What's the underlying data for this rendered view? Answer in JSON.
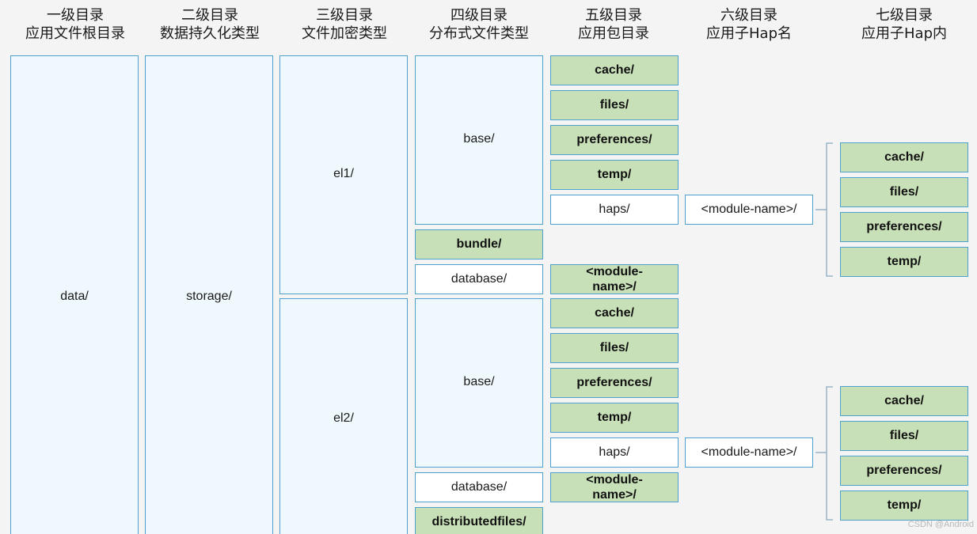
{
  "headers": [
    {
      "line1": "一级目录",
      "line2": "应用文件根目录"
    },
    {
      "line1": "二级目录",
      "line2": "数据持久化类型"
    },
    {
      "line1": "三级目录",
      "line2": "文件加密类型"
    },
    {
      "line1": "四级目录",
      "line2": "分布式文件类型"
    },
    {
      "line1": "五级目录",
      "line2": "应用包目录"
    },
    {
      "line1": "六级目录",
      "line2": "应用子Hap名"
    },
    {
      "line1": "七级目录",
      "line2": "应用子Hap内"
    }
  ],
  "level1": {
    "label": "data/"
  },
  "level2": {
    "label": "storage/"
  },
  "level3": [
    {
      "label": "el1/"
    },
    {
      "label": "el2/"
    }
  ],
  "el1": {
    "base": "base/",
    "bundle": "bundle/",
    "database": "database/",
    "base_children": [
      "cache/",
      "files/",
      "preferences/",
      "temp/",
      "haps/"
    ],
    "database_child": "<module-name>/",
    "module": "<module-name>/",
    "hap_children": [
      "cache/",
      "files/",
      "preferences/",
      "temp/"
    ]
  },
  "el2": {
    "base": "base/",
    "database": "database/",
    "distributedfiles": "distributedfiles/",
    "base_children": [
      "cache/",
      "files/",
      "preferences/",
      "temp/",
      "haps/"
    ],
    "database_child": "<module-name>/",
    "module": "<module-name>/",
    "hap_children": [
      "cache/",
      "files/",
      "preferences/",
      "temp/"
    ]
  },
  "colors": {
    "border": "#4ea0cd",
    "fill_light": "#eff8fd",
    "fill_white": "#ffffff",
    "fill_green": "#c8e0b8",
    "background": "#f4f4f4"
  },
  "watermark": "CSDN @Android"
}
